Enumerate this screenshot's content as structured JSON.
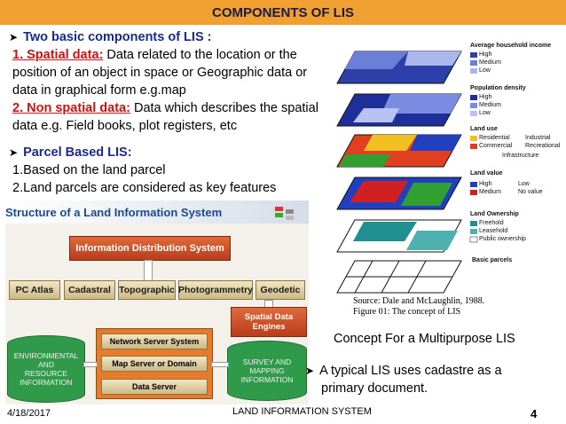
{
  "slide": {
    "title": "COMPONENTS OF LIS",
    "heading1": "Two basic components of LIS :",
    "spatial_label": "1. Spatial data:",
    "spatial_line1": " Data related to the location or the",
    "spatial_line2": "position of an object in space or Geographic data or",
    "spatial_line3": "data in graphical form e.g.map",
    "nonspatial_label": "2. Non spatial data:",
    "nonspatial_line1": " Data which describes the spatial",
    "nonspatial_line2": "data e.g. Field books, plot registers, etc",
    "heading2": "Parcel Based LIS:",
    "parcel_item1": "1.Based on the land parcel",
    "parcel_item2": "2.Land parcels are considered as key features",
    "concept_caption": "Concept For a Multipurpose LIS",
    "bullet3_line1": "A typical LIS uses cadastre as a",
    "bullet3_line2": "primary document."
  },
  "diagram": {
    "title": "Structure of a Land Information System",
    "top_box": "Information Distribution System",
    "modules": [
      "PC Atlas",
      "Cadastral",
      "Topographic",
      "Photogrammetry",
      "Geodetic"
    ],
    "spatial_engine": [
      "Spatial Data",
      "Engines"
    ],
    "left_db": [
      "ENVIRONMENTAL",
      "AND",
      "RESOURCE",
      "INFORMATION"
    ],
    "right_db": [
      "SURVEY AND",
      "MAPPING",
      "INFORMATION"
    ],
    "servers": [
      "Network Server System",
      "Map Server or Domain",
      "Data Server"
    ]
  },
  "figure": {
    "layers": [
      {
        "title": "Average household income",
        "legend": [
          "High",
          "Medium",
          "Low"
        ]
      },
      {
        "title": "Population density",
        "legend": [
          "High",
          "Medium",
          "Low"
        ]
      },
      {
        "title": "Land use",
        "legend": [
          "Residential",
          "Industrial",
          "Commercial",
          "Recreational",
          "Infrastructure"
        ]
      },
      {
        "title": "Land value",
        "legend": [
          "High",
          "Low",
          "Medium",
          "No value"
        ]
      },
      {
        "title": "Land Ownership",
        "legend": [
          "Freehold",
          "Leasehold",
          "Public ownership"
        ]
      },
      {
        "title": "Basic parcels",
        "legend": []
      }
    ],
    "source": "Source: Dale and McLaughlin, 1988.",
    "caption": "Figure 01: The concept of LIS"
  },
  "footer": {
    "date": "4/18/2017",
    "center": "LAND INFORMATION SYSTEM",
    "page": "4"
  },
  "colors": {
    "title_bar": "#f0a030",
    "heading_blue": "#1a2a8c",
    "label_red": "#cc1111"
  }
}
